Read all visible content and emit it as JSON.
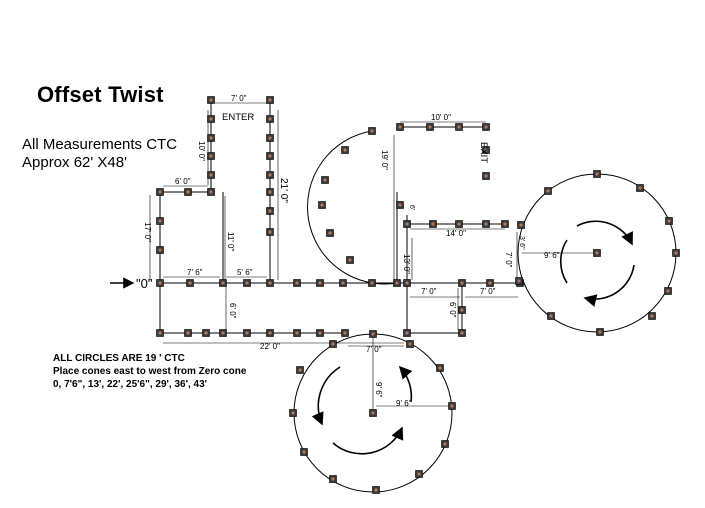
{
  "title": "Offset Twist",
  "subtitle_1": "All Measurements CTC",
  "subtitle_2": "Approx 62' X48'",
  "notes": [
    "ALL CIRCLES ARE 19 ' CTC",
    "Place cones east to west from Zero cone",
    "0, 7'6\", 13', 22', 25'6\", 29', 36', 43'"
  ],
  "labels": {
    "enter": "ENTER",
    "exit": "EXIT",
    "zero": "\"0\"",
    "d_7_0_top": "7' 0\"",
    "d_10_0_left": "10' 0\"",
    "d_6_0_left": "6' 0\"",
    "d_17_0": "17' 0\"",
    "d_21_0": "21' 0\"",
    "d_11_0": "11' 0\"",
    "d_7_6": "7' 6\"",
    "d_5_6": "5' 6\"",
    "d_6_0_down": "6' 0\"",
    "d_22_0": "22' 0\"",
    "d_7_0_bottom": "7' 0\"",
    "d_19_0": "19' 0\"",
    "d_10_0_top": "10' 0\"",
    "d_6_small": "6'",
    "d_14_0": "14' 0\"",
    "d_13_0": "13' 0\"",
    "d_7_0_mid": "7' 0\"",
    "d_7_0_mid2": "7' 0\"",
    "d_6_0_mid": "6' 0\"",
    "d_9_6_right": "9' 6\"",
    "d_9_6_bottom_v": "9' 6\"",
    "d_9_6_bottom_h": "9' 6\"",
    "d_3_6": "3' 6\"",
    "d_7_0_v": "7' 0\""
  }
}
